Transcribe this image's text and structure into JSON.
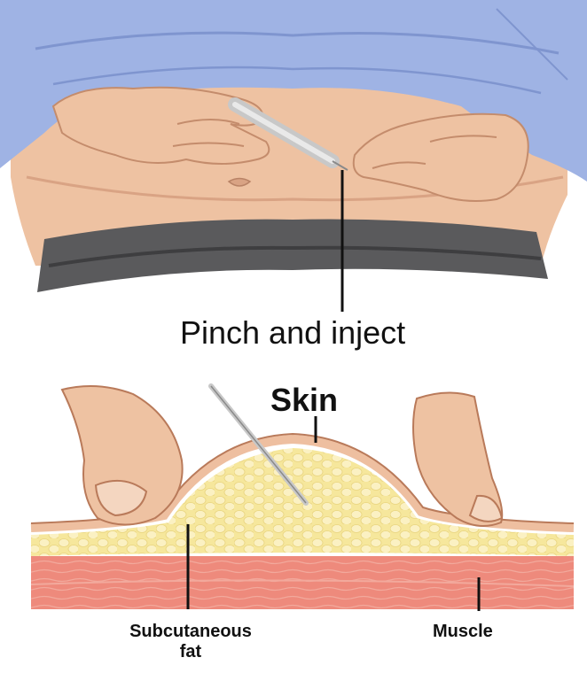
{
  "labels": {
    "top_caption": "Pinch and inject",
    "skin": "Skin",
    "subcutaneous_fat_line1": "Subcutaneous",
    "subcutaneous_fat_line2": "fat",
    "muscle": "Muscle"
  },
  "colors": {
    "shirt": "#9fb3e4",
    "shirt_shadow": "#7f95cf",
    "skin": "#eec2a2",
    "skin_shadow": "#d9a384",
    "waistband": "#5a5a5c",
    "waistband_dark": "#3e3e40",
    "fat": "#f6e79c",
    "fat_cell": "#fbf1c3",
    "skin_layer": "#eebfa0",
    "muscle": "#ee8a7c",
    "muscle_fiber": "#f2a99c",
    "needle": "#c8c8c8",
    "leader": "#111111"
  }
}
